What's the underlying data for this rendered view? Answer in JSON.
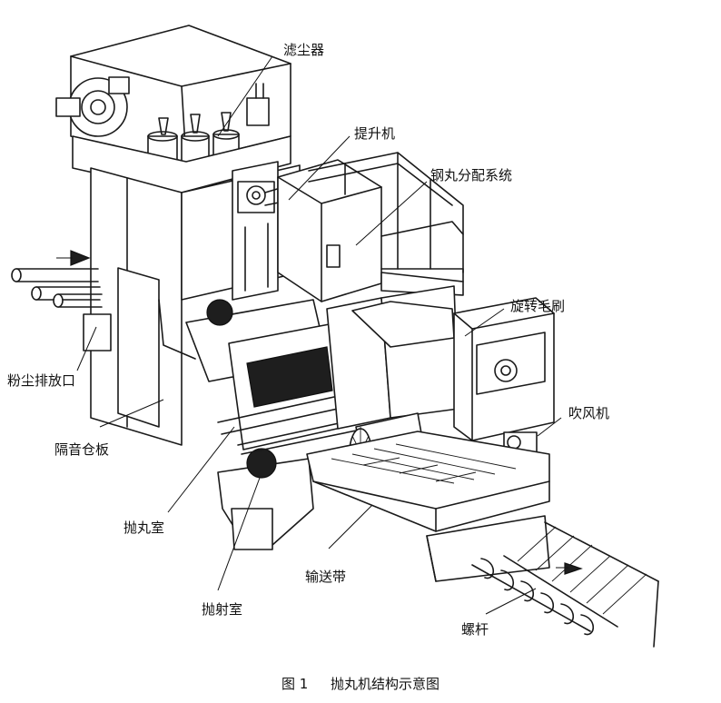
{
  "labels": {
    "dust_filter": "滤尘器",
    "elevator": "提升机",
    "shot_distribution": "钢丸分配系统",
    "rotating_brush": "旋转毛刷",
    "dust_outlet": "粉尘排放口",
    "blower": "吹风机",
    "soundproof_panel": "隔音仓板",
    "blasting_chamber": "抛丸室",
    "conveyor_belt": "输送带",
    "shot_chamber": "抛射室",
    "screw": "螺杆"
  },
  "caption": {
    "number": "图 1",
    "title": "抛丸机结构示意图"
  }
}
